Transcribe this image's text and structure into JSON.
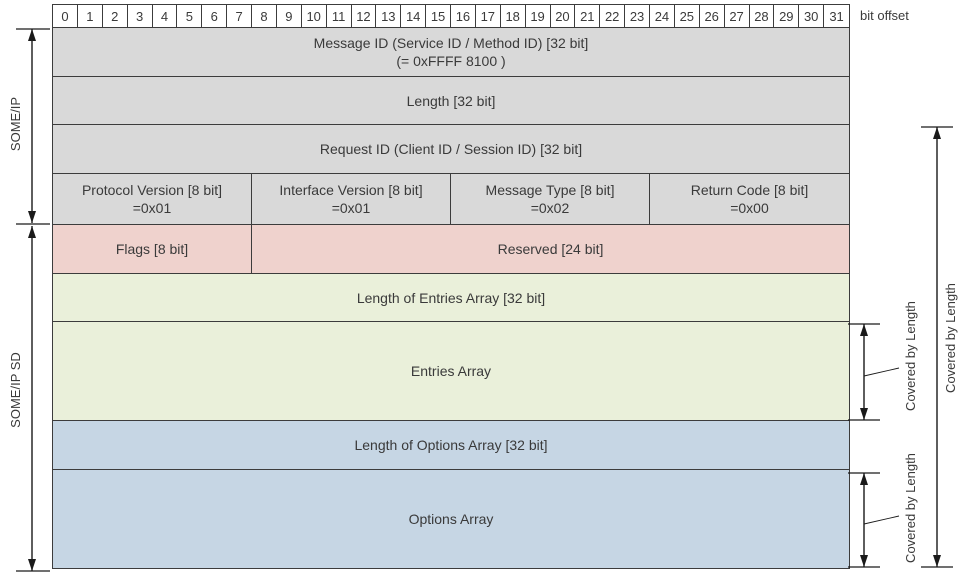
{
  "colors": {
    "someip_gray": "#d9d9d9",
    "flags_pink": "#efd2cd",
    "entries_green": "#eaf0da",
    "options_blue": "#c6d6e4"
  },
  "bit_header": {
    "offsets": [
      "0",
      "1",
      "2",
      "3",
      "4",
      "5",
      "6",
      "7",
      "8",
      "9",
      "10",
      "11",
      "12",
      "13",
      "14",
      "15",
      "16",
      "17",
      "18",
      "19",
      "20",
      "21",
      "22",
      "23",
      "24",
      "25",
      "26",
      "27",
      "28",
      "29",
      "30",
      "31"
    ],
    "label": "bit offset"
  },
  "rows": [
    {
      "name": "message-id",
      "color": "someip_gray",
      "cells": [
        {
          "id": "message-id",
          "bits": 32,
          "lines": [
            "Message ID (Service ID / Method ID) [32 bit]",
            "(= 0xFFFF 8100 )"
          ]
        }
      ]
    },
    {
      "name": "length",
      "color": "someip_gray",
      "cells": [
        {
          "id": "length",
          "bits": 32,
          "lines": [
            "Length [32 bit]"
          ]
        }
      ]
    },
    {
      "name": "request-id",
      "color": "someip_gray",
      "cells": [
        {
          "id": "request-id",
          "bits": 32,
          "lines": [
            "Request ID (Client ID / Session ID) [32 bit]"
          ]
        }
      ]
    },
    {
      "name": "versions",
      "color": "someip_gray",
      "cells": [
        {
          "id": "protocol-version",
          "bits": 8,
          "lines": [
            "Protocol Version [8 bit]",
            "=0x01"
          ]
        },
        {
          "id": "interface-version",
          "bits": 8,
          "lines": [
            "Interface Version [8 bit]",
            "=0x01"
          ]
        },
        {
          "id": "message-type",
          "bits": 8,
          "lines": [
            "Message Type [8 bit]",
            "=0x02"
          ]
        },
        {
          "id": "return-code",
          "bits": 8,
          "lines": [
            "Return Code [8 bit]",
            "=0x00"
          ]
        }
      ]
    },
    {
      "name": "flags-reserved",
      "color": "flags_pink",
      "cells": [
        {
          "id": "flags",
          "bits": 8,
          "lines": [
            "Flags [8 bit]"
          ]
        },
        {
          "id": "reserved",
          "bits": 24,
          "lines": [
            "Reserved [24 bit]"
          ]
        }
      ]
    },
    {
      "name": "length-entries",
      "color": "entries_green",
      "cells": [
        {
          "id": "length-entries-array",
          "bits": 32,
          "lines": [
            "Length of Entries Array [32 bit]"
          ]
        }
      ]
    },
    {
      "name": "entries-array",
      "color": "entries_green",
      "cells": [
        {
          "id": "entries-array",
          "bits": 32,
          "lines": [
            "Entries Array"
          ]
        }
      ]
    },
    {
      "name": "length-options",
      "color": "options_blue",
      "cells": [
        {
          "id": "length-options-array",
          "bits": 32,
          "lines": [
            "Length of Options Array [32 bit]"
          ]
        }
      ]
    },
    {
      "name": "options-array",
      "color": "options_blue",
      "cells": [
        {
          "id": "options-array",
          "bits": 32,
          "lines": [
            "Options Array"
          ]
        }
      ]
    }
  ],
  "annotations": {
    "someip": "SOME/IP",
    "someip_sd": "SOME/IP SD",
    "covered_outer": "Covered by Length",
    "covered_entries": "Covered by Length",
    "covered_options": "Covered by Length"
  }
}
